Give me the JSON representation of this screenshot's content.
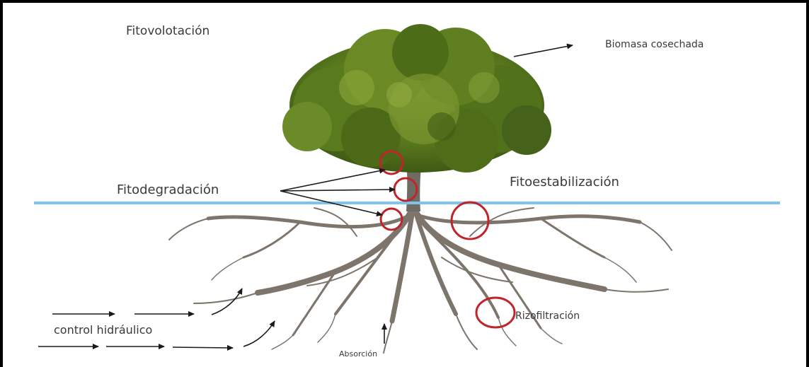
{
  "labels": {
    "fitovolotacion": "Fitovolotación",
    "biomasa": "Biomasa cosechada",
    "fitodegradacion": "Fitodegradación",
    "fitoestabilizacion": "Fitoestabilización",
    "control": "control hidráulico",
    "rizofiltracion": "Rizofiltración",
    "absorcion": "Absorción"
  },
  "colors": {
    "frame": "#000000",
    "ground_line": "#7cc4ec",
    "canopy_dark": "#3f5a14",
    "canopy_mid": "#5a7a1e",
    "canopy_light": "#7f9c34",
    "trunk": "#6f6a62",
    "roots": "#7d756b",
    "highlight_circle": "#c0242a",
    "arrow": "#1a1a1a",
    "text": "#3a3a3a"
  },
  "icons": {
    "tree": "tree-illustration",
    "arrow": "arrow-icon",
    "circle": "highlight-circle"
  }
}
